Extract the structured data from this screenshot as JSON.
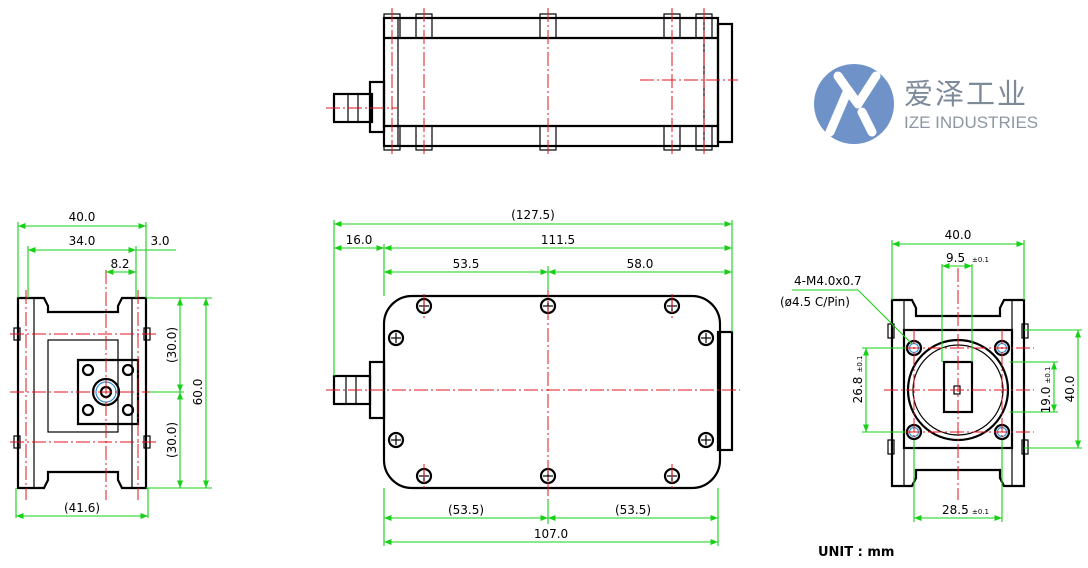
{
  "brand": {
    "name_cn": "爱泽工业",
    "name_en": "IZE INDUSTRIES",
    "logo_color": "#6f93c9"
  },
  "unit_note": "UNIT : mm",
  "colors": {
    "outline": "#000000",
    "centerline": "#e0141c",
    "dimension": "#16d116",
    "background": "#ffffff"
  },
  "views": {
    "side_left": {
      "dims": {
        "overall_width": "40.0",
        "inner_width": "34.0",
        "offset_right": "3.0",
        "offset_small": "8.2",
        "upper_half": "(30.0)",
        "lower_half": "(30.0)",
        "height": "60.0",
        "bottom_width": "(41.6)"
      }
    },
    "front_main": {
      "dims": {
        "overall_length": "(127.5)",
        "connector_length": "16.0",
        "body_length": "111.5",
        "hole_pitch_left": "53.5",
        "hole_pitch_right": "58.0",
        "bottom_pitch_left": "(53.5)",
        "bottom_pitch_right": "(53.5)",
        "bottom_length": "107.0"
      }
    },
    "end_right": {
      "thread_note_line1": "4-M4.0x0.7",
      "thread_note_line2": "(ø4.5 C/Pin)",
      "dims": {
        "overall_width": "40.0",
        "slot_offset": "9.5",
        "slot_offset_tol": "±0.1",
        "hole_vertical": "26.8",
        "hole_vertical_tol": "±0.1",
        "slot_height": "19.0",
        "slot_height_tol": "±0.1",
        "overall_height": "40.0",
        "hole_horizontal": "28.5",
        "hole_horizontal_tol": "±0.1"
      }
    }
  }
}
